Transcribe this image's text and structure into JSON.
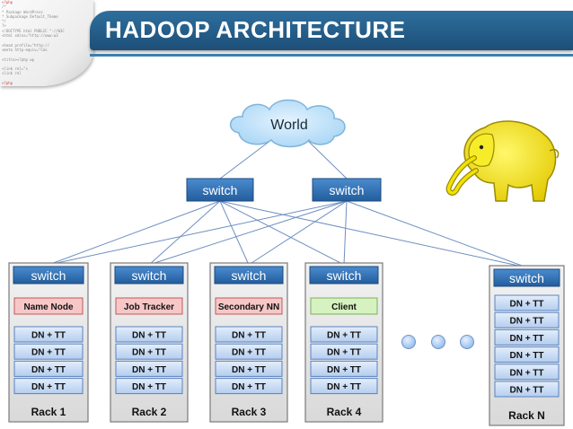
{
  "title": "HADOOP ARCHITECTURE",
  "code_lines": [
    "<?php",
    "/*",
    " * Package WordPress",
    " * Subpackage Default_Theme",
    " */",
    "?>",
    "<!DOCTYPE html PUBLIC \"-//W3C",
    "<html xmlns=\"http://www.w3",
    "",
    "<head profile=\"http://",
    "<meta http-equiv=\"Con",
    "",
    "<title><?php wp",
    "",
    "<link rel=\"s",
    "<link rel",
    "",
    "<?php"
  ],
  "cloud_label": "World",
  "core_switches": [
    {
      "label": "switch"
    },
    {
      "label": "switch"
    }
  ],
  "racks": [
    {
      "switch": "switch",
      "role": "Name Node",
      "role_color": "#f7c7c7",
      "nodes": [
        "DN + TT",
        "DN + TT",
        "DN + TT",
        "DN + TT"
      ],
      "label": "Rack 1"
    },
    {
      "switch": "switch",
      "role": "Job Tracker",
      "role_color": "#f7c7c7",
      "nodes": [
        "DN + TT",
        "DN + TT",
        "DN + TT",
        "DN + TT"
      ],
      "label": "Rack 2"
    },
    {
      "switch": "switch",
      "role": "Secondary NN",
      "role_color": "#f7c7c7",
      "nodes": [
        "DN + TT",
        "DN + TT",
        "DN + TT",
        "DN + TT"
      ],
      "label": "Rack 3"
    },
    {
      "switch": "switch",
      "role": "Client",
      "role_color": "#d6f2c0",
      "nodes": [
        "DN + TT",
        "DN + TT",
        "DN + TT",
        "DN + TT"
      ],
      "label": "Rack 4"
    },
    {
      "switch": "switch",
      "role": "",
      "role_color": "",
      "nodes": [
        "DN + TT",
        "DN + TT",
        "DN + TT",
        "DN + TT",
        "DN + TT",
        "DN + TT"
      ],
      "label": "Rack N"
    }
  ],
  "colors": {
    "banner": "#1d4f78",
    "switch": "#2f6fae",
    "node_fill": "#c9dcf5",
    "rack_bg": "#e6e6e6",
    "line": "#6f8fc0",
    "dots": "#a9c8ef",
    "elephant": "#f2e300"
  },
  "icons": [
    "hadoop-elephant-logo",
    "cloud-icon",
    "ellipsis-dots"
  ]
}
